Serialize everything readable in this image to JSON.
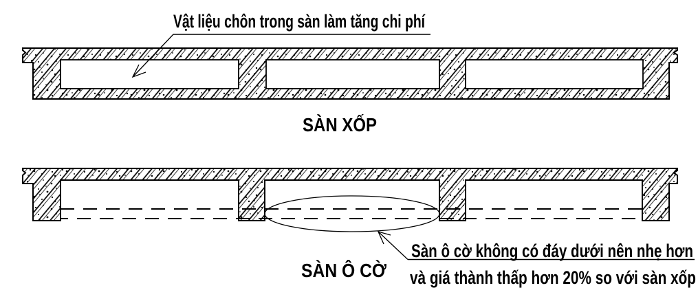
{
  "colors": {
    "line": "#000000",
    "background": "#ffffff"
  },
  "top_diagram": {
    "title": "SÀN XỐP",
    "annotation": "Vật liệu chôn trong sàn làm tăng chi phí"
  },
  "bottom_diagram": {
    "title": "SÀN Ô CỜ",
    "annotation_line1": "Sàn ô cờ không có đáy dưới nên nhẹ hơn",
    "annotation_line2": "và giá thành thấp hơn 20% so với sàn xốp"
  }
}
